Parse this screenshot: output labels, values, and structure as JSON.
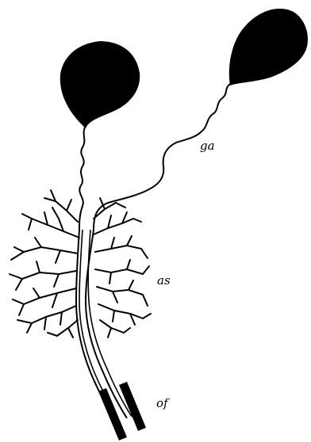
{
  "labels": {
    "ga": "ga",
    "as": "as",
    "of": "of"
  },
  "colors": {
    "ink": "#000000",
    "background": "#ffffff"
  }
}
